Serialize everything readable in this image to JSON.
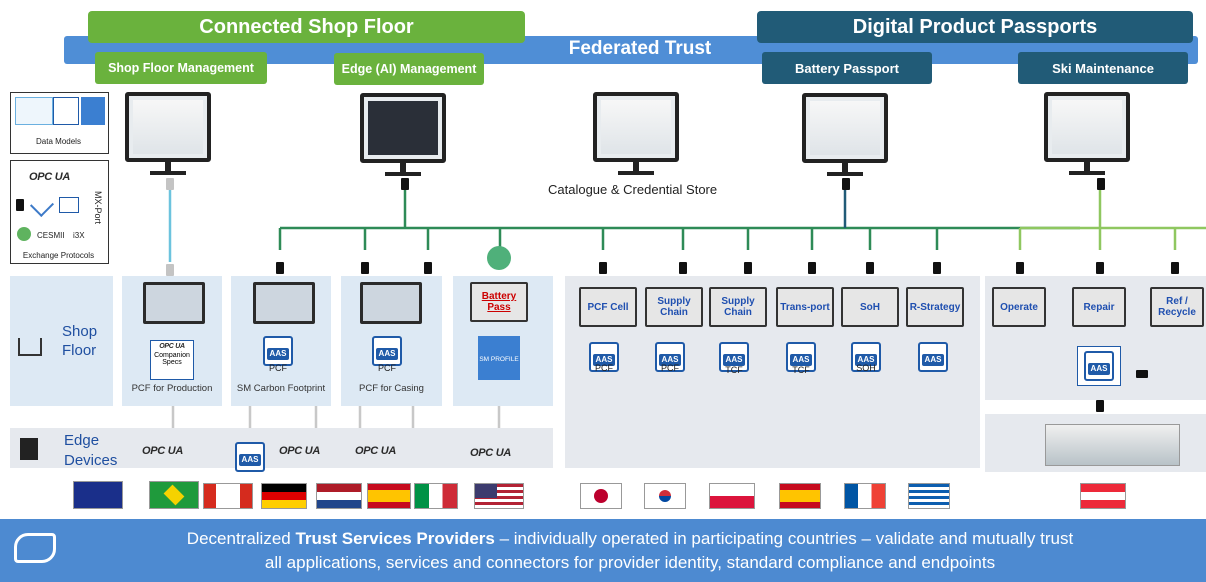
{
  "banners": {
    "federated": "Federated Trust",
    "connected": "Connected Shop Floor",
    "dpp": "Digital Product Passports",
    "shop_floor_mgmt": "Shop Floor Management",
    "edge_mgmt": "Edge (AI) Management",
    "battery_passport": "Battery Passport",
    "ski_maintenance": "Ski Maintenance"
  },
  "legend": {
    "data_models": "Data Models",
    "exchange_protocols": "Exchange Protocols",
    "opc_ua": "OPC UA",
    "cesmii": "CESMII",
    "i3x": "i3X",
    "mx_port": "MX-Port"
  },
  "labels": {
    "catalogue": "Catalogue  &  Credential Store",
    "shop": "Shop",
    "floor": "Floor",
    "edge": "Edge",
    "devices": "Devices"
  },
  "shop_floor_cells": [
    {
      "monitor": "",
      "aas_label": "Companion Specs",
      "caption": "PCF for Production"
    },
    {
      "monitor": "",
      "aas_label": "PCF",
      "caption": "SM Carbon Footprint"
    },
    {
      "monitor": "",
      "aas_label": "PCF",
      "caption": "PCF for Casing"
    },
    {
      "monitor": "Battery Pass",
      "aas_label": "SM PROFILE",
      "caption": ""
    }
  ],
  "edge_opc": [
    "OPC UA",
    "OPC UA",
    "OPC UA",
    "OPC UA"
  ],
  "supply_cells": [
    {
      "label": "PCF Cell",
      "aas": "PCF"
    },
    {
      "label": "Supply Chain",
      "aas": "PCF"
    },
    {
      "label": "Supply Chain",
      "aas": "TCF"
    },
    {
      "label": "Trans-port",
      "aas": "TCF"
    },
    {
      "label": "SoH",
      "aas": "SOH"
    },
    {
      "label": "R-Strategy",
      "aas": ""
    }
  ],
  "ski_cells": [
    {
      "label": "Operate"
    },
    {
      "label": "Repair"
    },
    {
      "label": "Ref / Recycle"
    }
  ],
  "aas_text": "AAS",
  "bottom": {
    "prefix": "Decentralized ",
    "bold": "Trust Services Providers",
    "rest": " – individually operated in participating countries –  validate and mutually trust",
    "line2": "all applications, services and connectors for provider identity, standard compliance and endpoints"
  },
  "colors": {
    "green": "#6ab23d",
    "dark_teal": "#215b77",
    "federated_blue": "#4f8ed6",
    "bottom_blue": "#4d8ad1"
  }
}
